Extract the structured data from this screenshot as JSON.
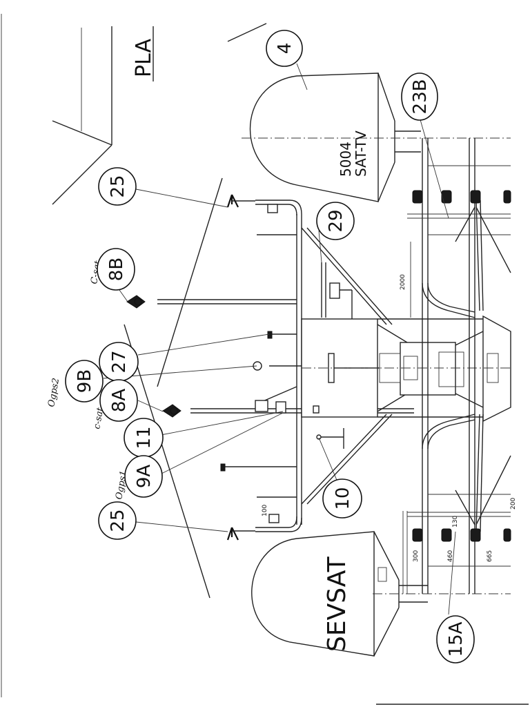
{
  "diagram": {
    "header_text": "PLA",
    "tanks": [
      {
        "id": "tank-top",
        "label_line1": "5004",
        "label_line2": "SAT-TV"
      },
      {
        "id": "tank-bottom",
        "label": "SEVSAT"
      }
    ],
    "callouts": [
      {
        "id": "c4",
        "label": "4"
      },
      {
        "id": "c23b",
        "label": "23B"
      },
      {
        "id": "c25a",
        "label": "25"
      },
      {
        "id": "c29",
        "label": "29"
      },
      {
        "id": "c8b",
        "label": "8B"
      },
      {
        "id": "c27",
        "label": "27"
      },
      {
        "id": "c9b",
        "label": "9B"
      },
      {
        "id": "c8a",
        "label": "8A"
      },
      {
        "id": "c11",
        "label": "11"
      },
      {
        "id": "c9a",
        "label": "9A"
      },
      {
        "id": "c10",
        "label": "10"
      },
      {
        "id": "c25b",
        "label": "25"
      },
      {
        "id": "c15a",
        "label": "15A"
      }
    ],
    "dimensions": [
      "2000",
      "200",
      "130",
      "100",
      "300",
      "460",
      "665"
    ],
    "handwritten_notes": [
      "C-sat",
      "Ogps2",
      "c-sat",
      "Ogps1"
    ],
    "colors": {
      "ink": "#111111",
      "paper": "#ffffff"
    }
  }
}
